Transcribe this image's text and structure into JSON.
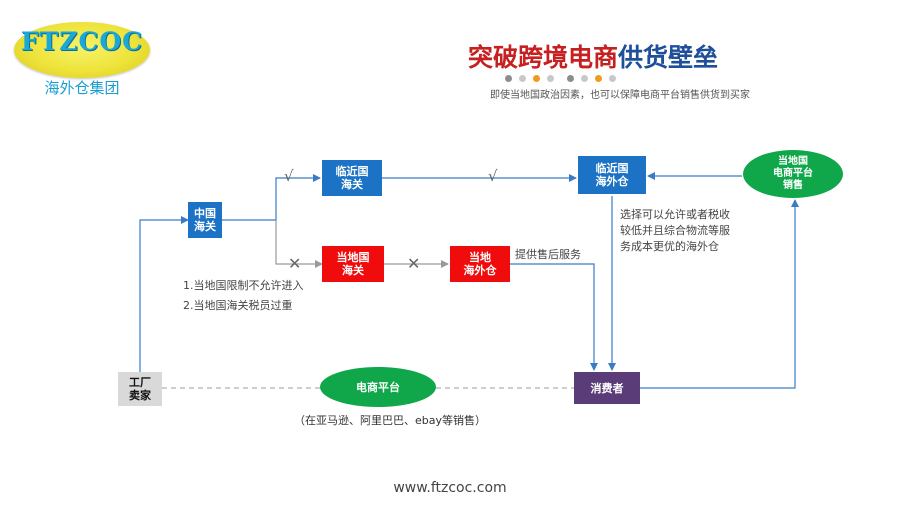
{
  "logo": {
    "text": "FTZCOC",
    "subtitle": "海外仓集团"
  },
  "header": {
    "title_red": "突破跨境电商",
    "title_blue": "供货壁垒",
    "subtitle": "即使当地国政治因素，也可以保障电商平台销售供货到买家",
    "dot_colors": [
      "#8c8c8c",
      "#c8c8c8",
      "#f09a1e",
      "#c8c8c8",
      "#8c8c8c",
      "#c8c8c8",
      "#f09a1e",
      "#c8c8c8"
    ]
  },
  "diagram": {
    "china_customs": "中国\n海关",
    "nearby_customs": "临近国\n海关",
    "nearby_warehouse": "临近国\n海外仓",
    "local_platform": "当地国\n电商平台\n销售",
    "local_customs": "当地国\n海关",
    "local_warehouse": "当地\n海外仓",
    "factory": "工厂\n卖家",
    "ecommerce": "电商平台",
    "ecommerce_note": "（在亚马逊、阿里巴巴、ebay等销售）",
    "consumer": "消费者",
    "after_sales": "提供售后服务",
    "reason1": "1.当地国限制不允许进入",
    "reason2": "2.当地国海关税员过重",
    "warehouse_note": "选择可以允许或者税收\n较低并且综合物流等服\n务成本更优的海外仓",
    "check_mark": "√",
    "cross_mark": "✕"
  },
  "footer": {
    "url": "www.ftzcoc.com"
  }
}
